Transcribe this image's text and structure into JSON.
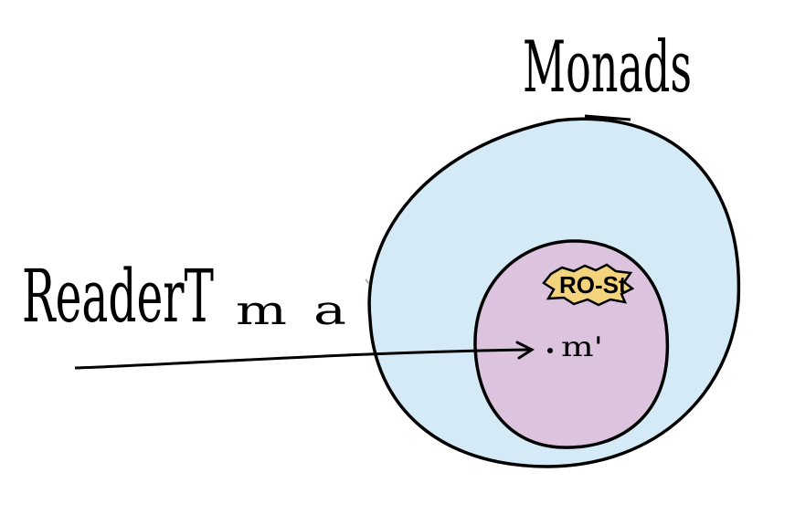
{
  "diagram": {
    "title": "Monads",
    "left_label": "ReaderT m a",
    "left_label_parts": {
      "reader": "ReaderT",
      "m": "m",
      "a": "a"
    },
    "inner_point_label": "m'",
    "badge_label": "RO-St"
  },
  "colors": {
    "outer_fill": "#d4eaf6",
    "inner_fill": "#dcc4de",
    "badge_fill": "#f3d37b",
    "stroke": "#000000"
  }
}
